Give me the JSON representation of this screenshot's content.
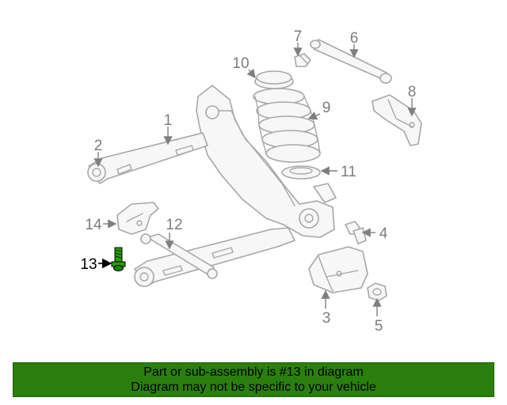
{
  "diagram": {
    "callouts": [
      {
        "id": "1",
        "label": "1"
      },
      {
        "id": "2",
        "label": "2"
      },
      {
        "id": "3",
        "label": "3"
      },
      {
        "id": "4",
        "label": "4"
      },
      {
        "id": "5",
        "label": "5"
      },
      {
        "id": "6",
        "label": "6"
      },
      {
        "id": "7",
        "label": "7"
      },
      {
        "id": "8",
        "label": "8"
      },
      {
        "id": "9",
        "label": "9"
      },
      {
        "id": "10",
        "label": "10"
      },
      {
        "id": "11",
        "label": "11"
      },
      {
        "id": "12",
        "label": "12"
      },
      {
        "id": "13",
        "label": "13",
        "highlighted": true
      },
      {
        "id": "14",
        "label": "14"
      }
    ],
    "highlight_color": "#2a9d00"
  },
  "banner": {
    "line1": "Part or sub-assembly is #13 in diagram",
    "line2": "Diagram may not be specific to your vehicle",
    "background": "#2a7f0d"
  }
}
